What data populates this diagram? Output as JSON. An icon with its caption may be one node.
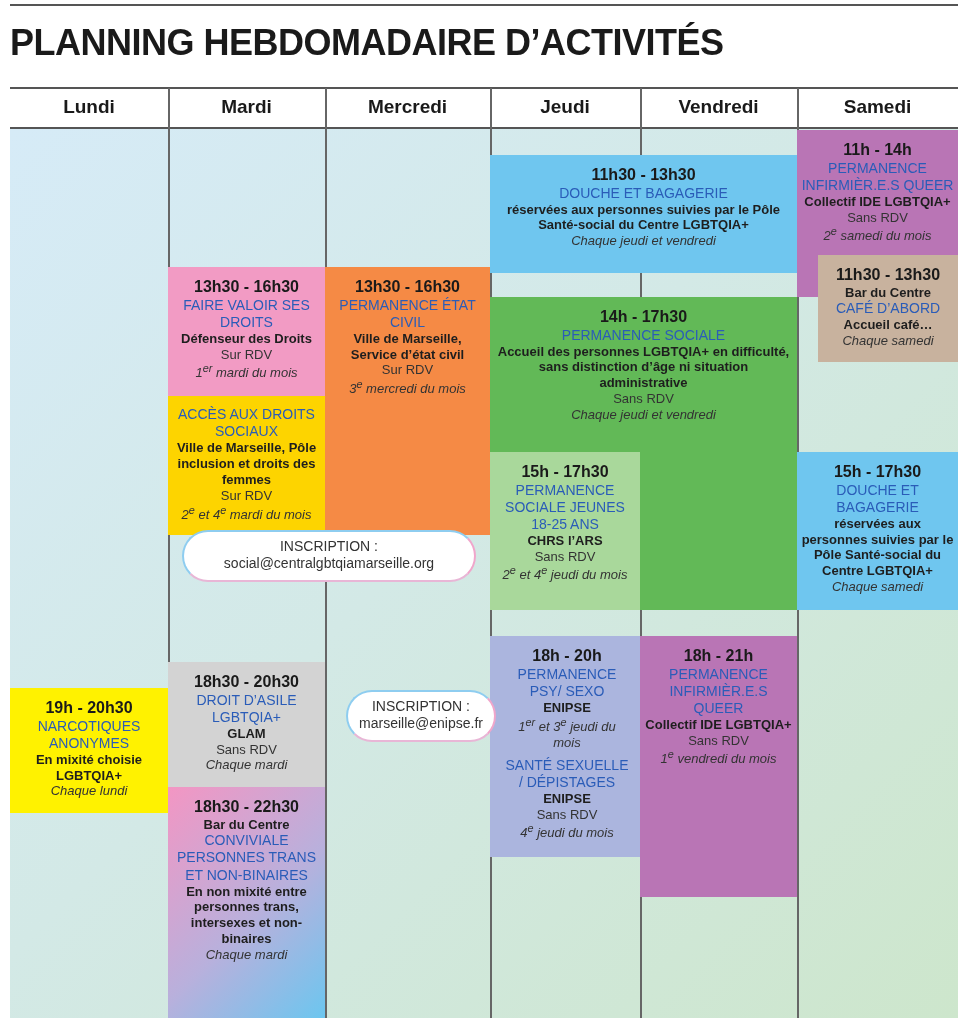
{
  "diagram": {
    "title": "PLANNING HEBDOMADAIRE D’ACTIVITÉS",
    "nodes": [
      {
        "text": [
          "11h - 14h",
          "PERMANENCE INFIRMIÈR.E.S QUEER",
          "Collectif IDE LGBTQIA+",
          "Sans RDV",
          "2$^{e}$ samedi du mois"
        ]
      },
      {
        "text": [
          "11h30 - 13h30",
          "DOUCHE ET BAGAGERIE",
          "réservées aux personnes suivies par le Pôle Santé-social du Centre LGBTQIA+",
          "Chaque jeudi et vendredi"
        ]
      },
      {
        "text": [
          "11h30 - 13h30",
          "Bar du Centre",
          "CAFÉ D’ABORD",
          "Accueil café…",
          "Chaque samedi"
        ]
      },
      {
        "text": [
          "13h30 - 16h30",
          "FAIRE VALOIR SES DROITS",
          "Défenseur des Droits",
          "Sur RDV",
          "1$^{er}$ mardi du mois"
        ]
      },
      {
        "text": [
          "13h30 - 16h30",
          "PERMANENCE ÉTAT CIVIL",
          "Ville de Marseille, Service d’état civil",
          "Sur RDV",
          "3$^{e}$ mercredi du mois"
        ]
      },
      {
        "text": [
          "14h - 17h30",
          "PERMANENCE SOCIALE",
          "Accueil des personnes LGBTQIA+ en difficulté, sans distinction d’âge ni situation administrative",
          "Sans RDV",
          "Chaque jeudi et vendredi"
        ]
      },
      {
        "text": [
          "ACCÈS AUX DROITS SOCIAUX",
          "Ville de Marseille, Pôle inclusion et droits des femmes",
          "Sur RDV",
          "2$^{e}$ et 4$^{e}$ mardi du mois"
        ]
      },
      {
        "text": [
          "15h - 17h30",
          "PERMANENCE SOCIALE JEUNES 18-25 ANS",
          "CHRS l’ARS",
          "Sans RDV",
          "2$^{e}$ et 4$^{e}$ jeudi du mois"
        ],
        "in": 5
      },
      {
        "text": [
          "15h - 17h30",
          "DOUCHE ET BAGAGERIE",
          "réservées aux personnes suivies par le Pôle Santé-social du Centre LGBTQIA+",
          "Chaque samedi"
        ]
      },
      {
        "text": [
          "INSCRIPTION :",
          "social@centralgbtqiamarseille.org"
        ]
      },
      {
        "text": [
          "18h - 20h",
          "PERMANENCE PSY/ SEXO",
          "ENIPSE",
          "1$^{er}$ et 3$^{e}$ jeudi du mois",
          "SANTÉ SEXUELLE / DÉPISTAGES",
          "ENIPSE",
          "Sans RDV",
          "4$^{e}$ jeudi du mois"
        ]
      },
      {
        "text": [
          "18h - 21h",
          "PERMANENCE INFIRMIÈR.E.S QUEER",
          "Collectif IDE LGBTQIA+",
          "Sans RDV",
          "1$^{e}$ vendredi du mois"
        ]
      },
      {
        "text": [
          "18h30 - 20h30",
          "DROIT D’ASILE LGBTQIA+",
          "GLAM",
          "Sans RDV",
          "Chaque mardi"
        ]
      },
      {
        "text": [
          "19h - 20h30",
          "NARCOTIQUES ANONYMES",
          "En mixité choisie LGBTQIA+",
          "Chaque lundi"
        ]
      },
      {
        "text": [
          "INSCRIPTION :",
          "marseille@enipse.fr"
        ]
      },
      {
        "text": [
          "18h30 - 22h30",
          "Bar du Centre",
          "CONVIVIALE PERSONNES TRANS ET NON-BINAIRES",
          "En non mixité entre personnes trans, intersexes et non-binaires",
          "Chaque mardi"
        ]
      }
    ],
    "labels": [
      "Lundi",
      "Mardi",
      "Mercredi",
      "Jeudi",
      "Vendredi",
      "Samedi"
    ]
  }
}
